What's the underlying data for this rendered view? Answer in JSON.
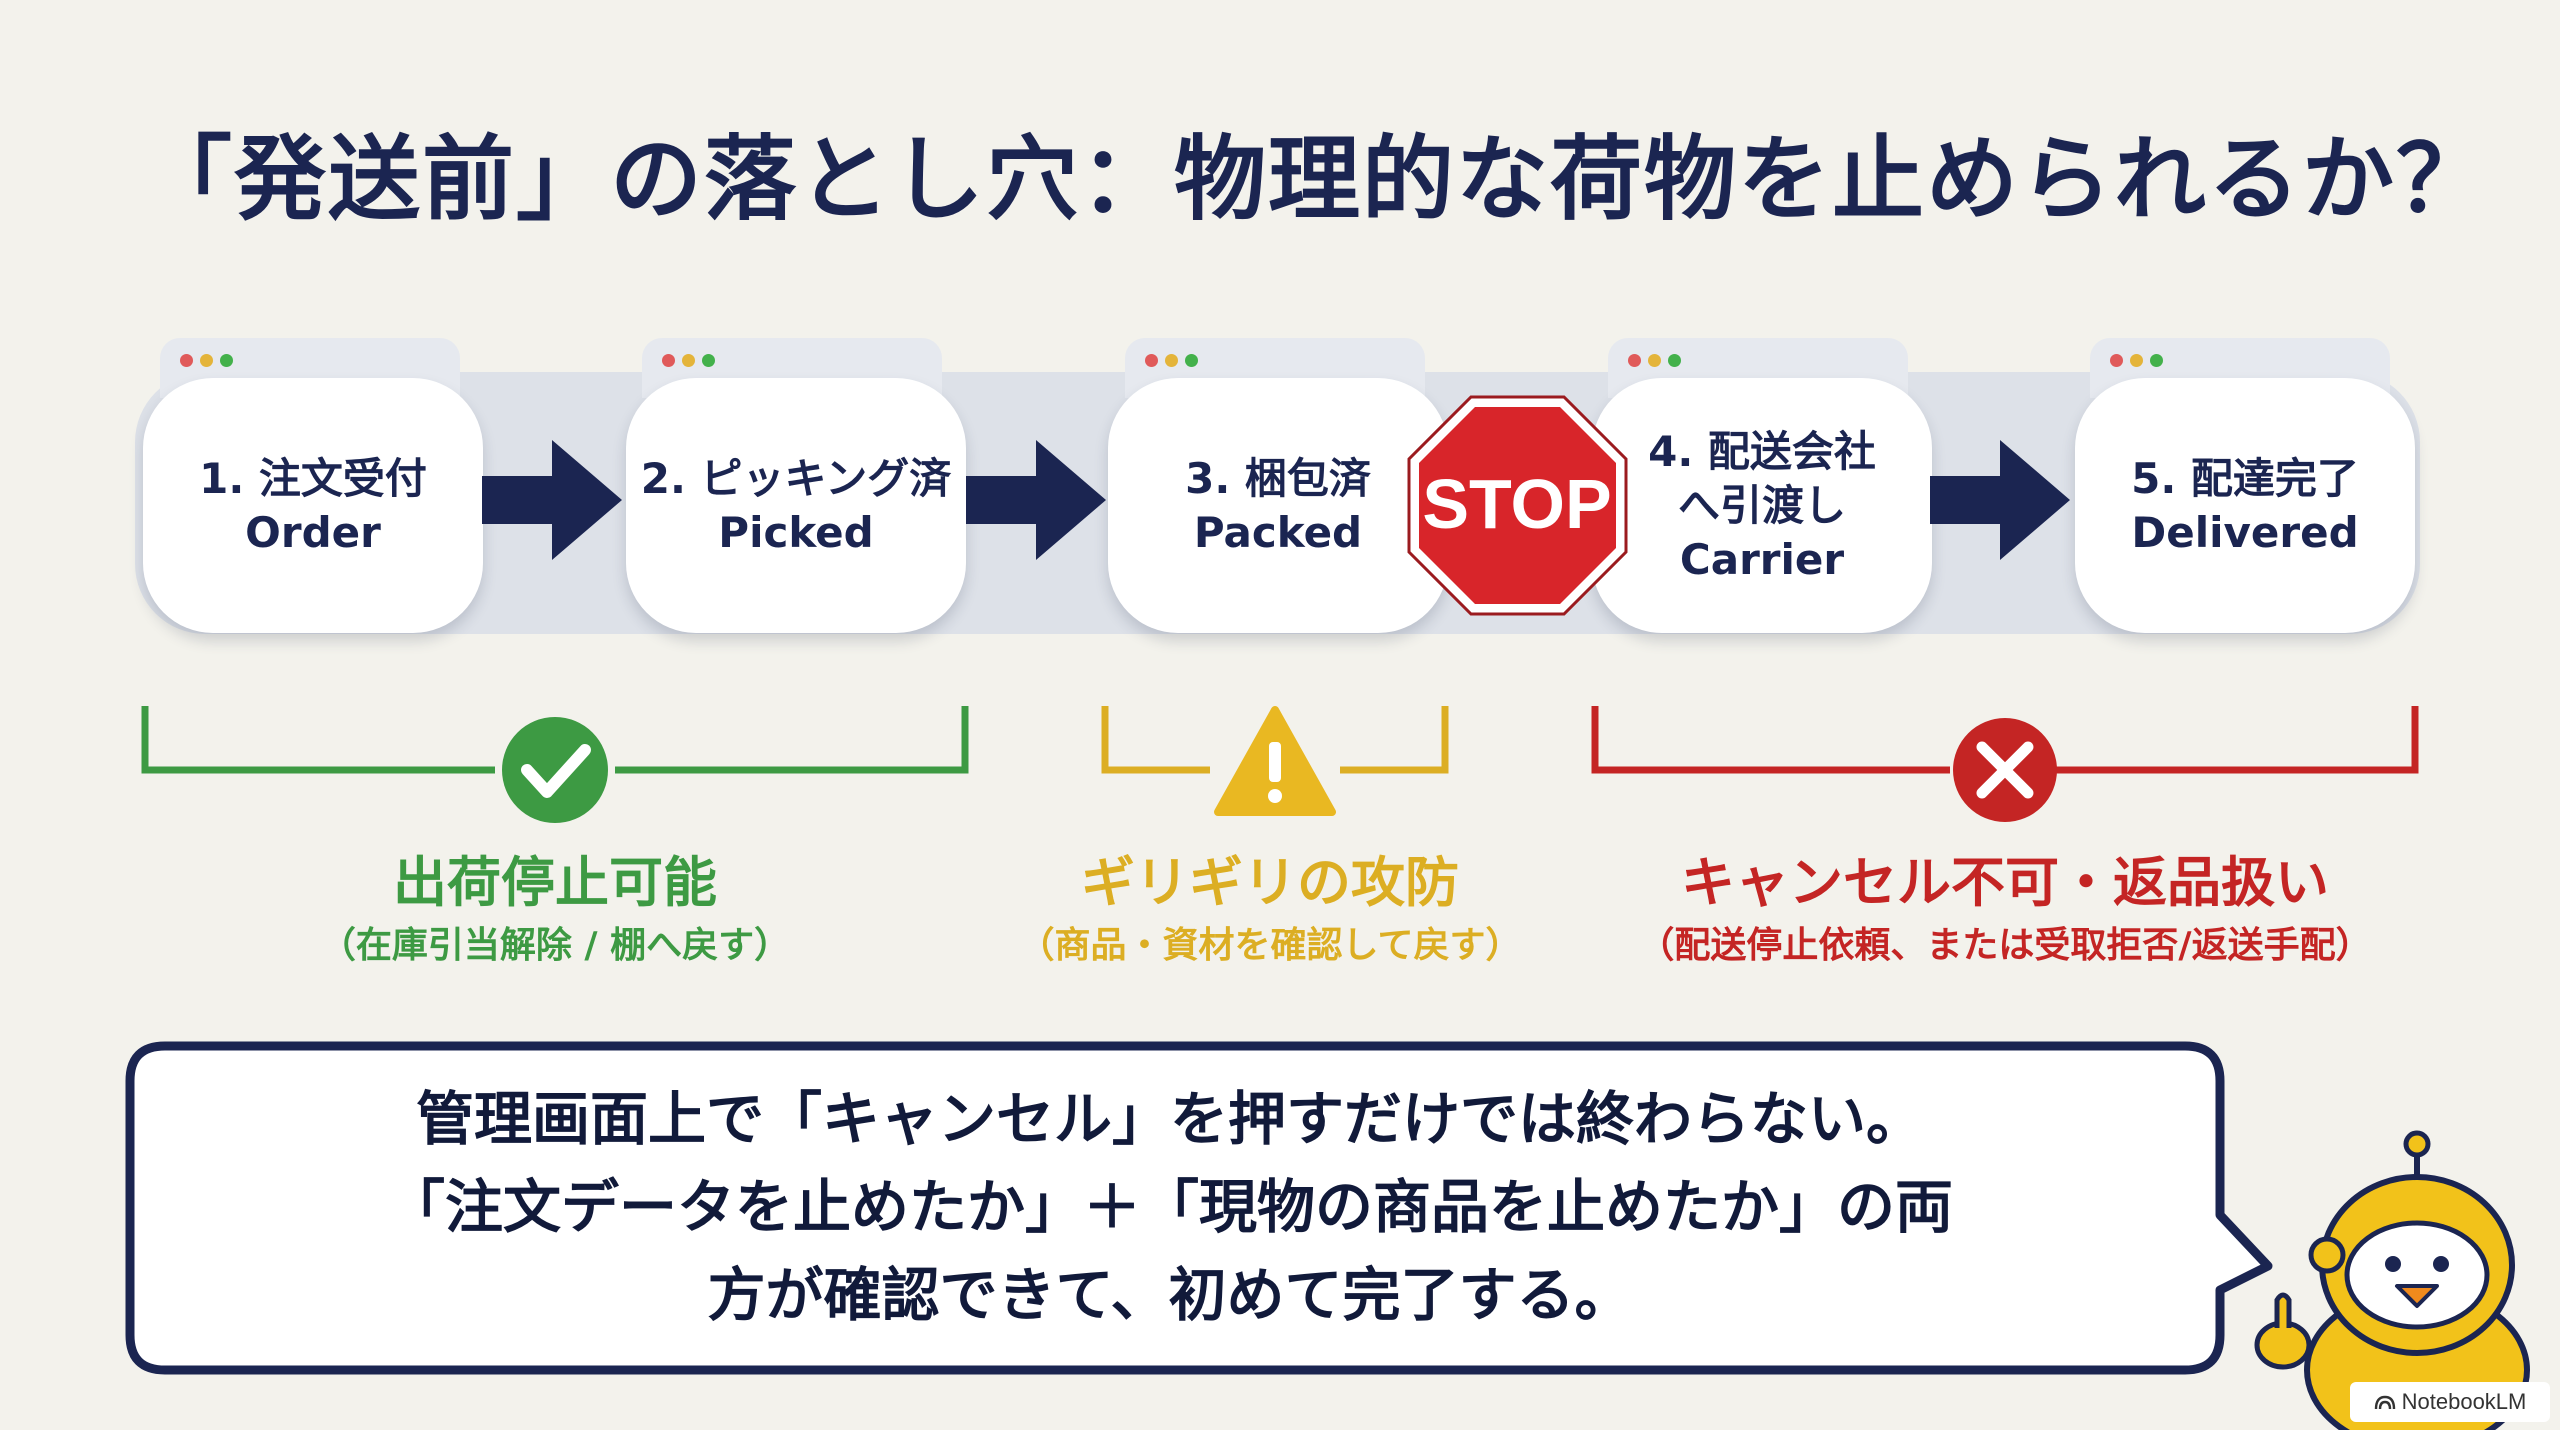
{
  "title": "「発送前」の落とし穴：物理的な荷物を止められるか？",
  "steps": [
    {
      "line1": "1. 注文受付",
      "line2": "Order",
      "line3": ""
    },
    {
      "line1": "2. ピッキング済",
      "line2": "Picked",
      "line3": ""
    },
    {
      "line1": "3. 梱包済",
      "line2": "Packed",
      "line3": ""
    },
    {
      "line1": "4. 配送会社",
      "line2": "へ引渡し",
      "line3": "Carrier"
    },
    {
      "line1": "5. 配達完了",
      "line2": "Delivered",
      "line3": ""
    }
  ],
  "stop_sign": {
    "text": "STOP",
    "color": "#d8252a",
    "icon": "stop-sign-icon"
  },
  "statuses": [
    {
      "heading": "出荷停止可能",
      "detail": "（在庫引当解除 / 棚へ戻す）",
      "color": "#3d9a43",
      "icon": "check-circle-icon"
    },
    {
      "heading": "ギリギリの攻防",
      "detail": "（商品・資材を確認して戻す）",
      "color": "#dcae23",
      "icon": "warning-triangle-icon"
    },
    {
      "heading": "キャンセル不可・返品扱い",
      "detail": "（配送停止依頼、または受取拒否/返送手配）",
      "color": "#c42524",
      "icon": "x-circle-icon"
    }
  ],
  "message": {
    "line1": "管理画面上で「キャンセル」を押すだけでは終わらない。",
    "line2": "「注文データを止めたか」＋「現物の商品を止めたか」の両",
    "line3": "方が確認できて、初めて完了する。"
  },
  "watermark": "NotebookLM",
  "colors": {
    "navy": "#1b2551",
    "background": "#f3f2ec",
    "mascot": "#f2c21a"
  }
}
